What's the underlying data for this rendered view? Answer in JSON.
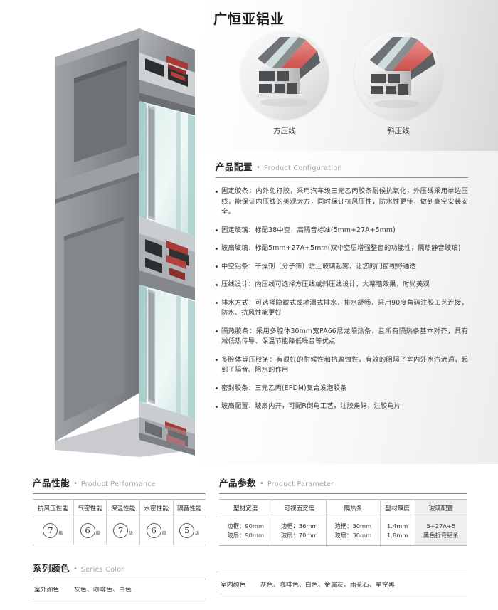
{
  "header": {
    "title": "广恒亚铝业"
  },
  "hero": {
    "alt_name": "aluminum-window-profile-cutaway"
  },
  "details": [
    {
      "label": "方压线",
      "icon": "square-bead-profile-photo"
    },
    {
      "label": "斜压线",
      "icon": "slant-bead-profile-photo"
    }
  ],
  "configuration": {
    "title_cn": "产品配置",
    "separator": "•",
    "title_en": "Product Configuration",
    "items": [
      "固定胶条：内外免打胶，采用汽车级三元乙丙胶条耐候抗氧化，外压线采用单边压线，能保证内压线的美观大方，同时保证抗风压性，防水性更佳，做到高空安装安全。",
      "固定玻璃：标配38中空，高隔音标准(5mm+27A+5mm)",
      "玻扇玻璃：标配5mm+27A+5mm(双中空层增强整窗的功能性，隔热静音玻璃)",
      "中空铝条：干燥剂〔分子筛〕防止玻璃起雾，让您的门窗视野通透",
      "压线设计：内压线可选择方压线或斜压线设计，大幕墙效果，时尚美观",
      "排水方式：可选择隐藏式或地漏式排水，排水舒畅，采用90度角码注胶工艺连接，防水、抗风性能更好",
      "隔热胶条：采用多腔体30mm宽PA66尼龙隔热条，且所有隔热条基本对齐，具有减低热传导、保温节能降低噪音等优点",
      "多腔体等压胶条：有很好的耐候性和抗腐蚀性，有效的阻隔了室内外水汽流通，起到了隔音、阻水的作用",
      "密封胶条：三元乙丙(EPDM)复合发泡胶条",
      "玻扇配置：玻扇内开，可配R倒角工艺，注胶角码，注胶角片"
    ]
  },
  "performance": {
    "title_cn": "产品性能",
    "separator": "•",
    "title_en": "Product Performance",
    "columns": [
      "抗风压性能",
      "气密性能",
      "保温性能",
      "水密性能",
      "隔音性能"
    ],
    "grades": [
      "7",
      "6",
      "7",
      "6",
      "5"
    ],
    "grade_unit": "级"
  },
  "parameter": {
    "title_cn": "产品参数",
    "separator": "•",
    "title_en": "Product Parameter",
    "columns": [
      "型材宽度",
      "可视面宽度",
      "隔热条",
      "型材厚度",
      "玻璃配置"
    ],
    "rows": [
      {
        "line1": "边框：90mm",
        "line2": "玻扇：90mm"
      },
      {
        "line1": "边框：36mm",
        "line2": "玻扇：70mm"
      },
      {
        "line1": "边框：30mm",
        "line2": "玻扇：30mm"
      },
      {
        "line1": "1.4mm",
        "line2": "1.8mm"
      },
      {
        "line1": "5+27A+5",
        "line2": "黑色折弯铝条"
      }
    ]
  },
  "series_color": {
    "title_cn": "系列颜色",
    "separator": "•",
    "title_en": "Series Color",
    "outdoor_label": "室外颜色",
    "outdoor_value": "灰色、咖啡色、白色",
    "indoor_label": "室内颜色",
    "indoor_value": "灰色、咖啡色、白色、金属灰、雨花石、星空黑"
  },
  "colors": {
    "ink": "#262626",
    "body": "#3a3a3a",
    "muted": "#a6a6a6",
    "rule": "#8e8e8e",
    "cell_rule": "#cfcfcf",
    "panel_tint": "#efefef",
    "profile_gray": "#8d9094",
    "glass_tint": "#cfe5e4",
    "gasket_red": "#b5413f"
  }
}
